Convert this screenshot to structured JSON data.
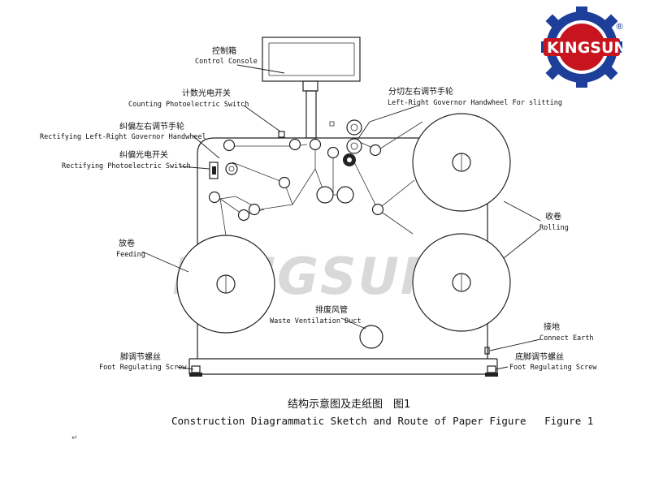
{
  "brand": {
    "name": "KINGSUN",
    "registered_mark": "®",
    "colors": {
      "red": "#c8141e",
      "blue": "#1d3f9a",
      "watermark": "#d9d9d9"
    }
  },
  "labels": {
    "control_console": {
      "cn": "控制箱",
      "en": "Control Console"
    },
    "counting_switch": {
      "cn": "计数光电开关",
      "en": "Counting Photoelectric Switch"
    },
    "rectifying_handwheel": {
      "cn": "纠偏左右调节手轮",
      "en": "Rectifying Left-Right Governor Handwheel"
    },
    "rectifying_switch": {
      "cn": "纠偏光电开关",
      "en": "Rectifying Photoelectric Switch"
    },
    "slitting_handwheel": {
      "cn": "分切左右调节手轮",
      "en": "Left-Right Governor Handwheel For slitting"
    },
    "rolling": {
      "cn": "收卷",
      "en": "Rolling"
    },
    "feeding": {
      "cn": "放卷",
      "en": "Feeding"
    },
    "waste_duct": {
      "cn": "排废风管",
      "en": "Waste Ventilation Duct"
    },
    "connect_earth": {
      "cn": "接地",
      "en": "Connect Earth"
    },
    "foot_screw_left": {
      "cn": "脚调节螺丝",
      "en": "Foot Regulating Screw"
    },
    "foot_screw_right": {
      "cn": "底脚调节螺丝",
      "en": "Foot Regulating Screw"
    }
  },
  "caption": {
    "cn": "结构示意图及走纸图　图1",
    "en": "Construction Diagrammatic Sketch and Route of Paper Figure   Figure 1"
  },
  "stray_mark": "↵"
}
